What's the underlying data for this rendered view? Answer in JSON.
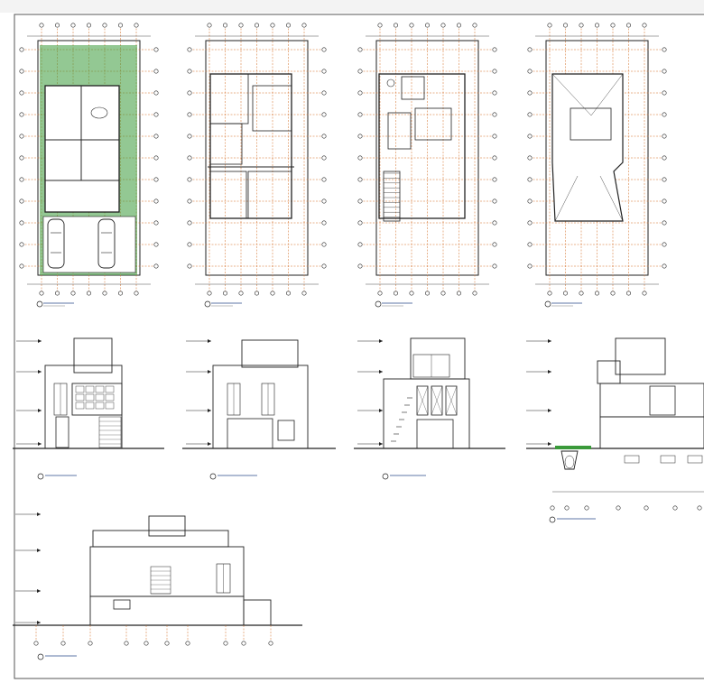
{
  "sheet": {
    "background": "#ffffff",
    "line_color": "#222222",
    "grid_color": "#d2691e",
    "landscape_color": "#3a9a3a"
  },
  "plans": [
    {
      "id": "ground-floor-plan"
    },
    {
      "id": "first-floor-plan"
    },
    {
      "id": "second-floor-plan"
    },
    {
      "id": "roof-plan"
    }
  ],
  "elevations": [
    {
      "id": "front-elevation"
    },
    {
      "id": "rear-elevation"
    },
    {
      "id": "side-elevation"
    },
    {
      "id": "section-elevation"
    },
    {
      "id": "lateral-elevation"
    }
  ],
  "icons": {
    "grid_bubble": "grid-bubble-icon",
    "north_arrow": "north-arrow-icon"
  }
}
